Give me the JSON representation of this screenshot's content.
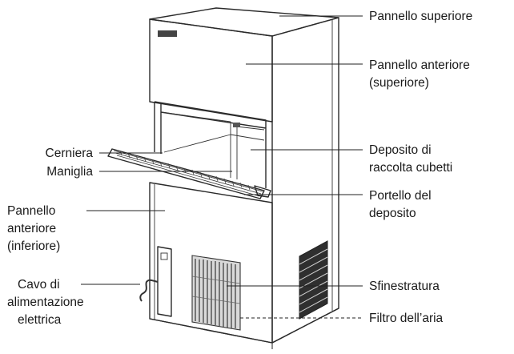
{
  "labels": {
    "pannello_superiore": "Pannello superiore",
    "pannello_anteriore_sup_1": "Pannello anteriore",
    "pannello_anteriore_sup_2": "(superiore)",
    "deposito_1": "Deposito di",
    "deposito_2": "raccolta cubetti",
    "portello_1": "Portello del",
    "portello_2": "deposito",
    "sfinestratura": "Sfinestratura",
    "filtro": "Filtro dell’aria",
    "cerniera": "Cerniera",
    "maniglia": "Maniglia",
    "pannello_anteriore_inf_1": "Pannello",
    "pannello_anteriore_inf_2": "anteriore",
    "pannello_anteriore_inf_3": "(inferiore)",
    "cavo_1": "Cavo di",
    "cavo_2": "alimentazione",
    "cavo_3": "elettrica"
  },
  "colors": {
    "line": "#222222",
    "panel": "#f6f6f6",
    "side": "#ededed",
    "grille": "#7a7a7a",
    "text": "#1a1a1a"
  }
}
